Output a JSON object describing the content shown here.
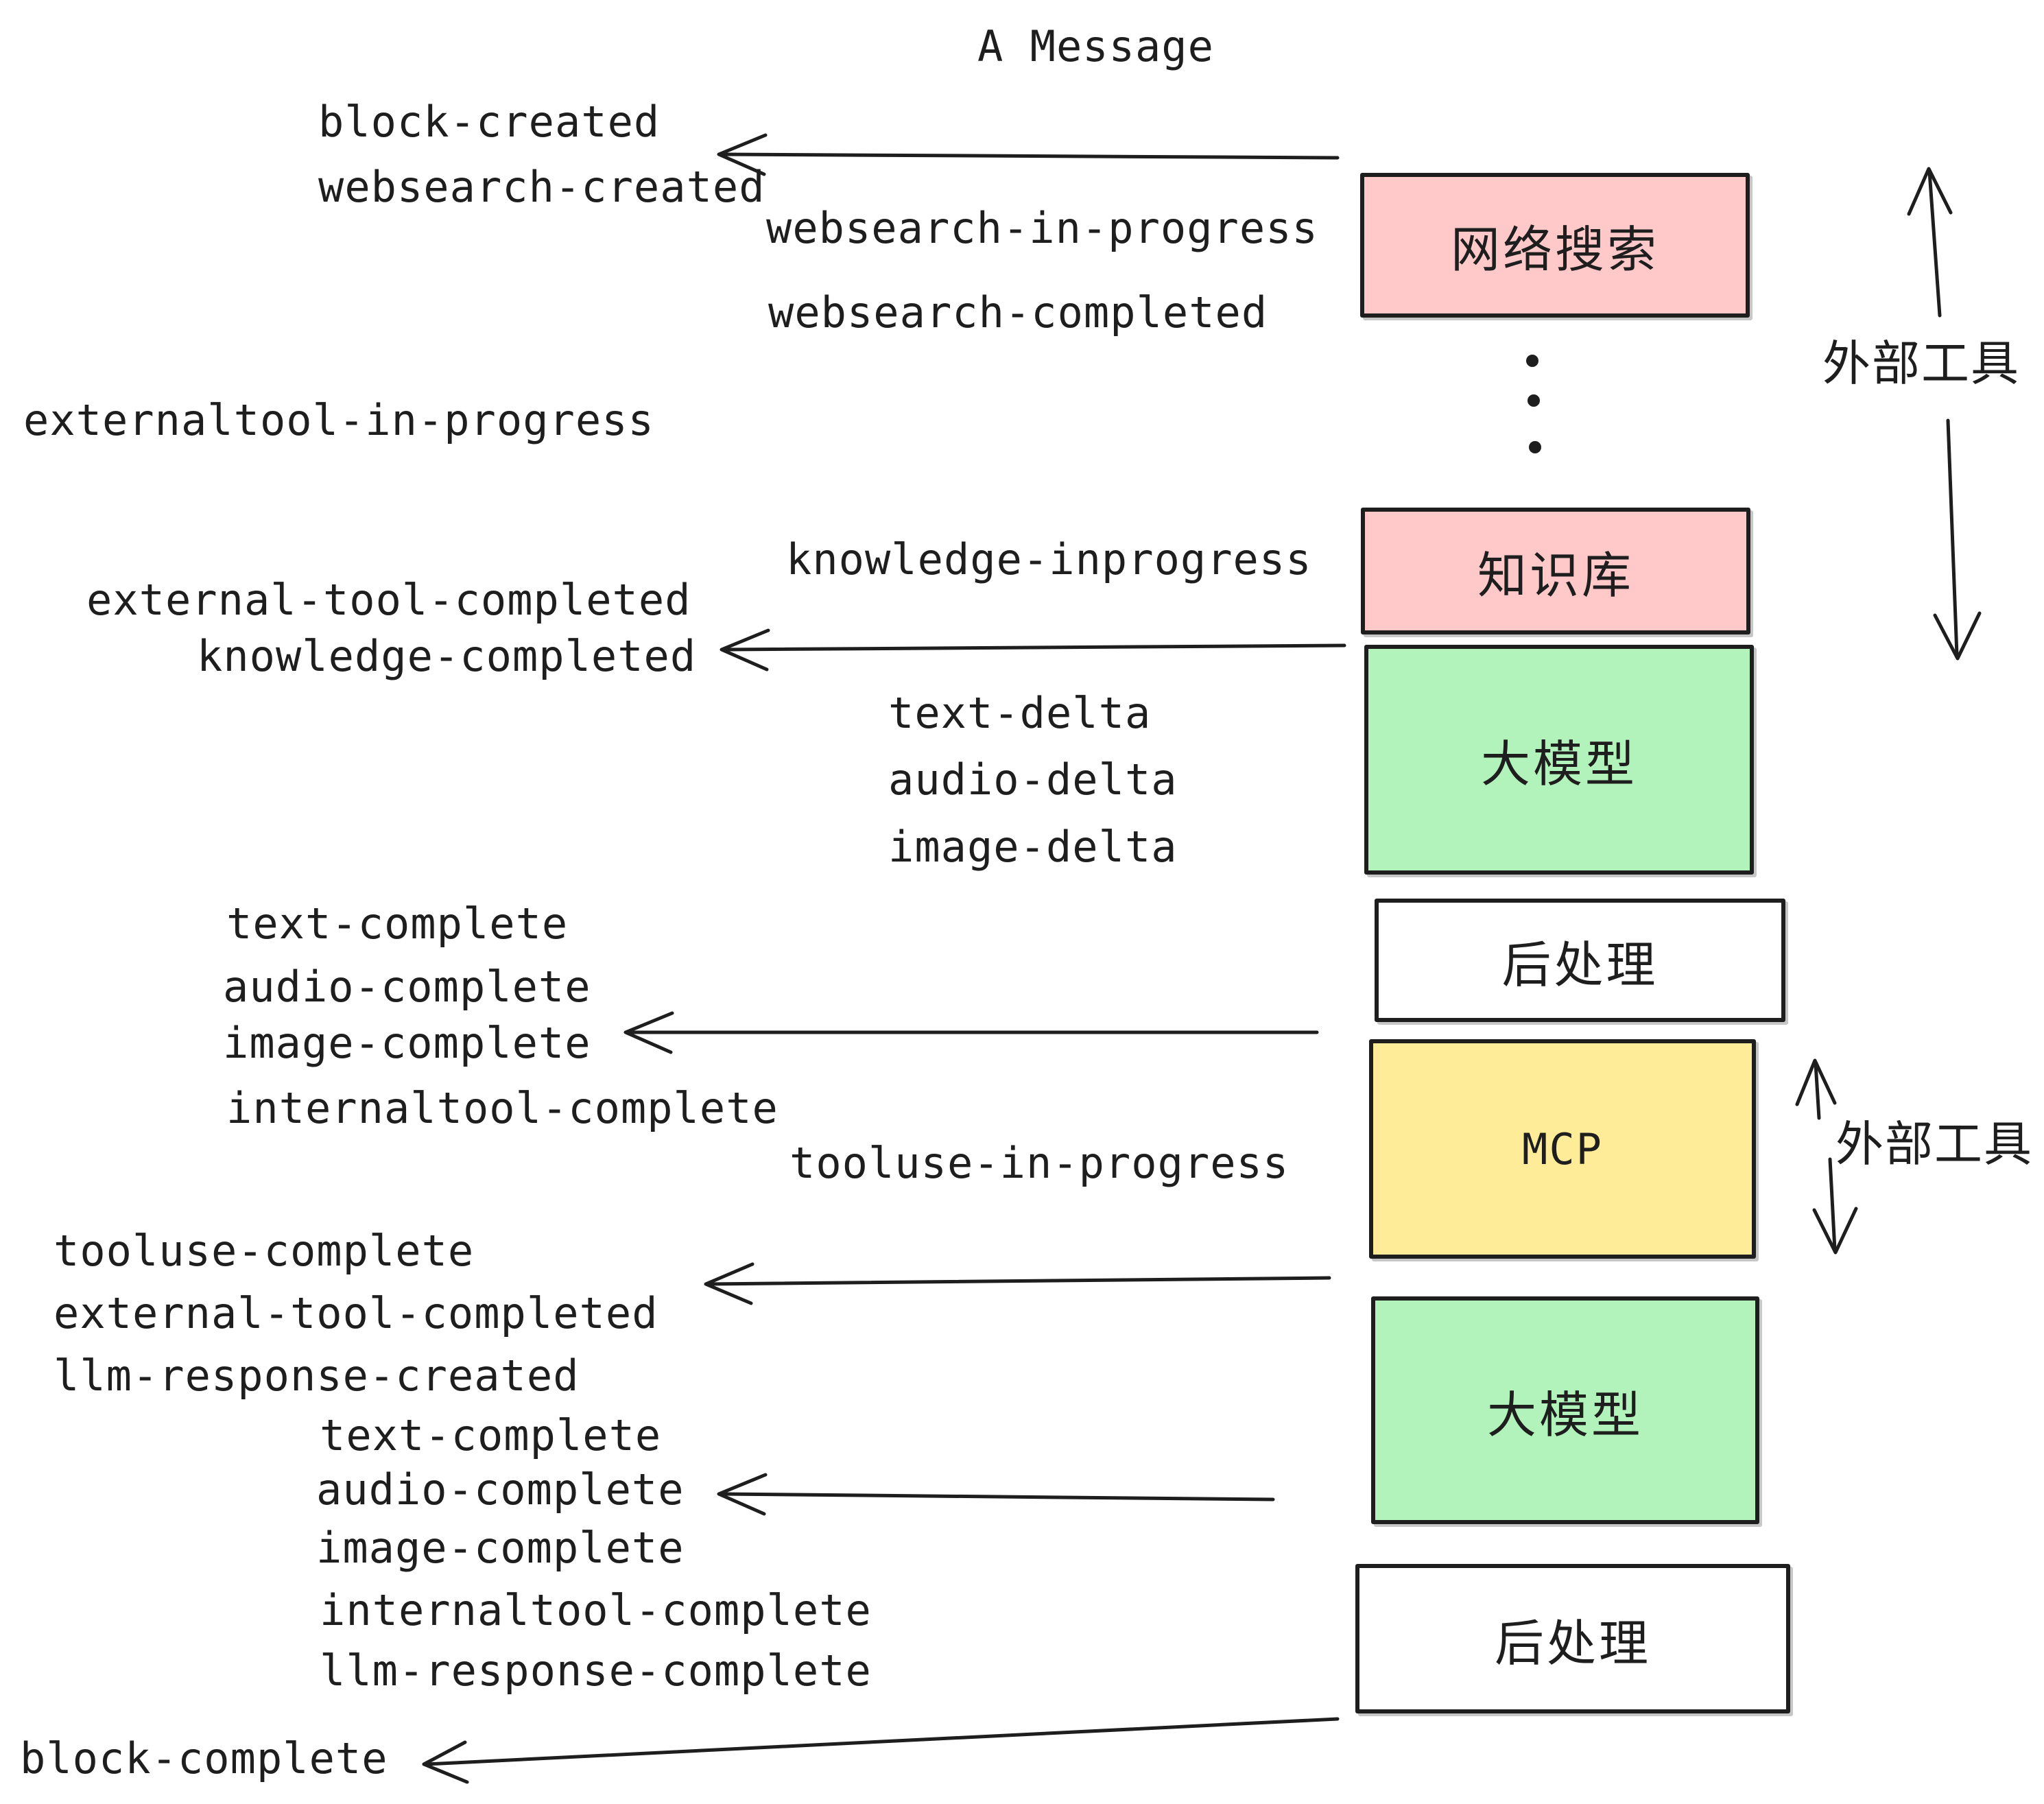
{
  "title": "A Message",
  "colors": {
    "ink": "#1e1e1e",
    "pink": "#ffc9c9",
    "green": "#b2f2bb",
    "yellow": "#ffec99",
    "white": "#ffffff"
  },
  "boxes": {
    "websearch": {
      "label": "网络搜索",
      "fill": "#ffc9c9"
    },
    "knowledge": {
      "label": "知识库",
      "fill": "#ffc9c9"
    },
    "llm_top": {
      "label": "大模型",
      "fill": "#b2f2bb"
    },
    "post_top": {
      "label": "后处理",
      "fill": "#ffffff"
    },
    "mcp": {
      "label": "MCP",
      "fill": "#ffec99"
    },
    "llm_bottom": {
      "label": "大模型",
      "fill": "#b2f2bb"
    },
    "post_bottom": {
      "label": "后处理",
      "fill": "#ffffff"
    }
  },
  "side_labels": {
    "external_tools_top": "外部工具",
    "external_tools_bottom": "外部工具"
  },
  "events": {
    "block_created": "block-created",
    "websearch_created": "websearch-created",
    "websearch_in_progress": "websearch-in-progress",
    "websearch_completed": "websearch-completed",
    "externaltool_in_progress": "externaltool-in-progress",
    "knowledge_inprogress": "knowledge-inprogress",
    "external_tool_completed": "external-tool-completed",
    "knowledge_completed": "knowledge-completed",
    "text_delta_1": "text-delta",
    "audio_delta_1": "audio-delta",
    "image_delta_1": "image-delta",
    "text_complete_1": "text-complete",
    "audio_complete_1": "audio-complete",
    "image_complete_1": "image-complete",
    "internaltool_complete_1": "internaltool-complete",
    "tooluse_in_progress": "tooluse-in-progress",
    "tooluse_complete": "tooluse-complete",
    "external_tool_completed_2": "external-tool-completed",
    "llm_response_created": "llm-response-created",
    "text_complete_2": "text-complete",
    "audio_complete_2": "audio-complete",
    "image_complete_2": "image-complete",
    "internaltool_complete_2": "internaltool-complete",
    "llm_response_complete": "llm-response-complete",
    "block_complete": "block-complete"
  }
}
